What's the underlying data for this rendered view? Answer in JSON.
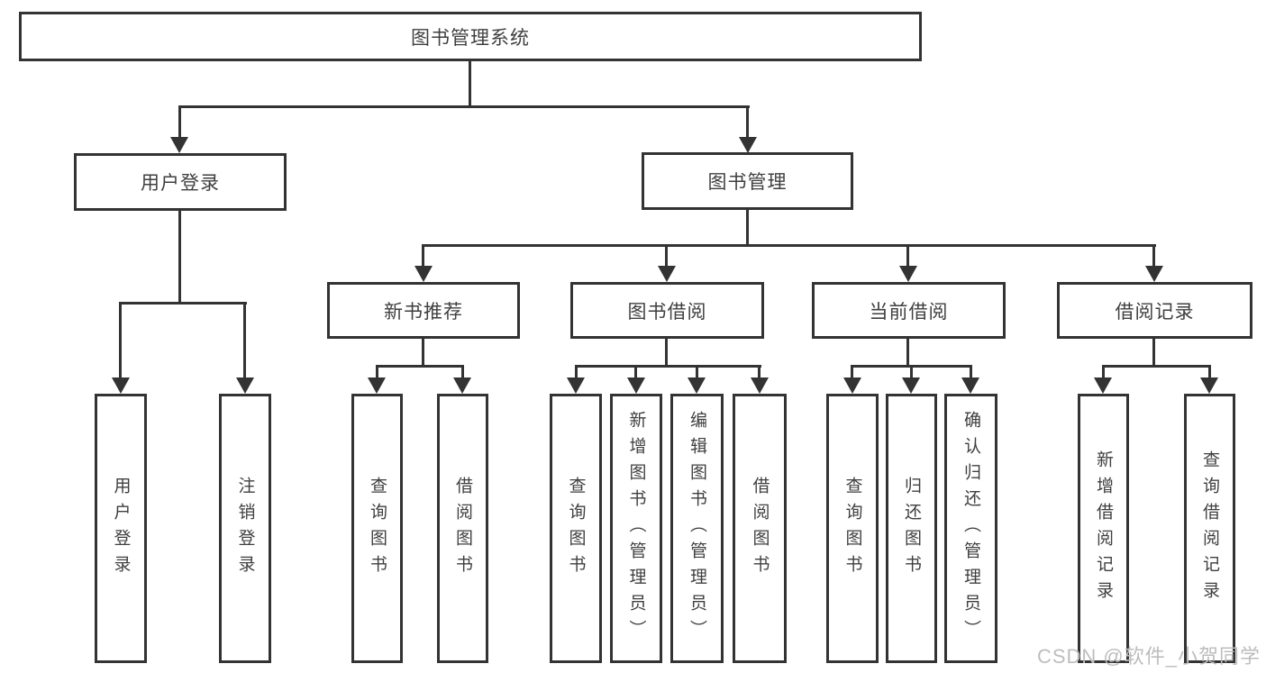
{
  "diagram": {
    "title": "图书管理系统",
    "root": {
      "label": "图书管理系统"
    },
    "branches": [
      {
        "label": "用户登录",
        "children": [
          {
            "label": "用户登录"
          },
          {
            "label": "注销登录"
          }
        ]
      },
      {
        "label": "图书管理",
        "children": [
          {
            "label": "新书推荐",
            "children": [
              {
                "label": "查询图书"
              },
              {
                "label": "借阅图书"
              }
            ]
          },
          {
            "label": "图书借阅",
            "children": [
              {
                "label": "查询图书"
              },
              {
                "label": "新增图书（管理员）"
              },
              {
                "label": "编辑图书（管理员）"
              },
              {
                "label": "借阅图书"
              }
            ]
          },
          {
            "label": "当前借阅",
            "children": [
              {
                "label": "查询图书"
              },
              {
                "label": "归还图书"
              },
              {
                "label": "确认归还（管理员）"
              }
            ]
          },
          {
            "label": "借阅记录",
            "children": [
              {
                "label": "新增借阅记录"
              },
              {
                "label": "查询借阅记录"
              }
            ]
          }
        ]
      }
    ]
  },
  "watermark": {
    "text": "CSDN @软件_小贺同学"
  },
  "colors": {
    "line": "#333333",
    "text": "#3f3f3f",
    "background": "#ffffff",
    "watermark": "#bdbdbd"
  }
}
